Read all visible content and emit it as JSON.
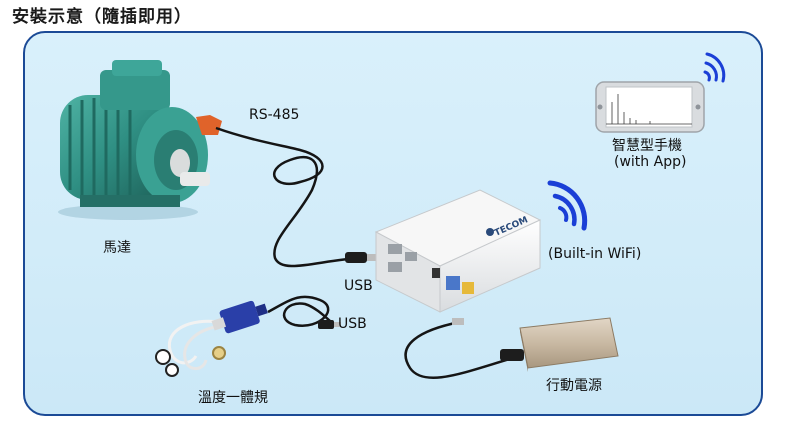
{
  "page_title": "安裝示意（隨插即用）",
  "labels": {
    "motor": "馬達",
    "rs485": "RS-485",
    "usb_top": "USB",
    "usb_bottom": "USB",
    "sensor": "溫度一體規",
    "phone_line1": "智慧型手機",
    "phone_line2": "(with App)",
    "wifi": "(Built-in WiFi)",
    "power_bank": "行動電源",
    "brand": "TECOM"
  },
  "colors": {
    "frame": "#1b4a96",
    "panel_bg": "#d6eefa",
    "wifi": "#1b3fd6",
    "motor": "#2f8f83"
  },
  "icons": [
    "motor-image",
    "gateway-box-image",
    "smartphone-image",
    "power-bank-image",
    "temperature-sensor-image",
    "wifi-icon"
  ]
}
